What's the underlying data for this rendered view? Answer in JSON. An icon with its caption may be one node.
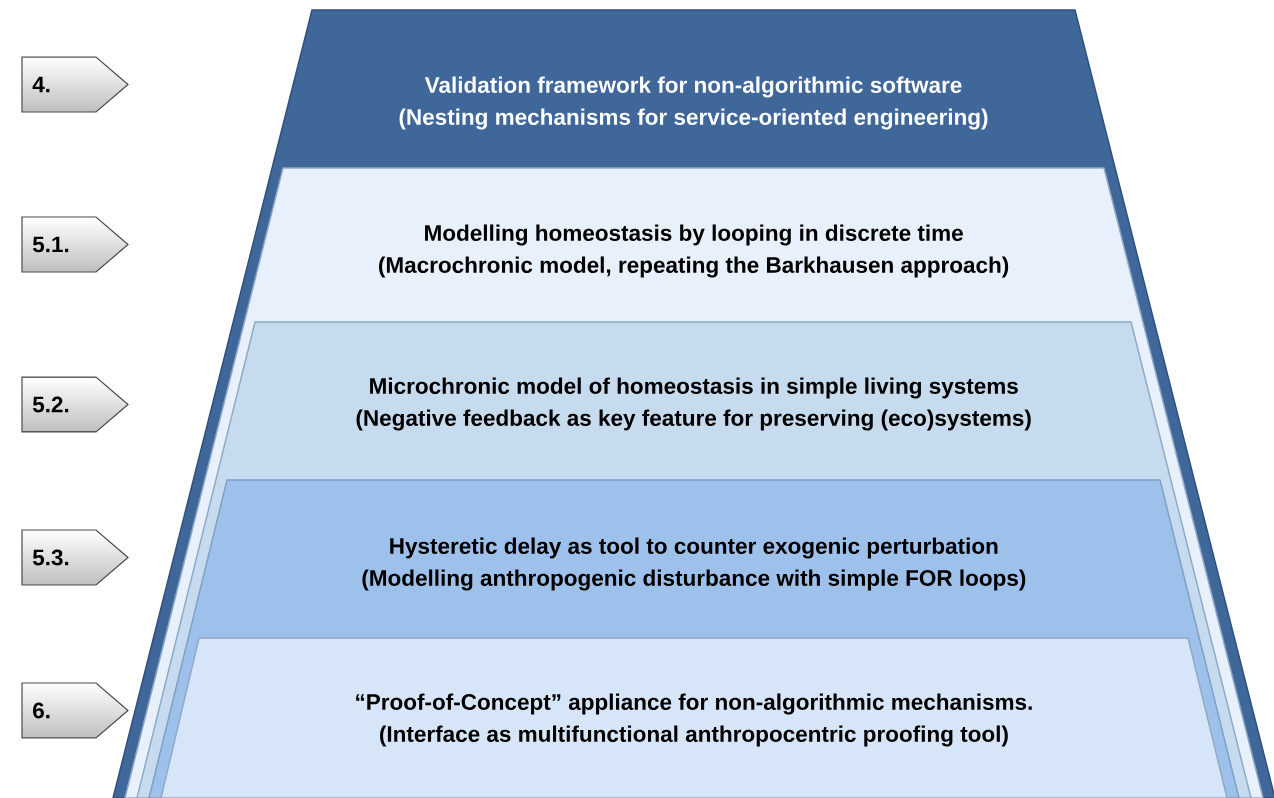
{
  "diagram": {
    "nodes": [
      {
        "text": [
          "4."
        ]
      },
      {
        "text": [
          "Validation framework for non-algorithmic software",
          "(Nesting mechanisms for service-oriented engineering)"
        ]
      },
      {
        "text": [
          "5.1."
        ]
      },
      {
        "text": [
          "Modelling homeostasis by looping in discrete time",
          "(Macrochronic model, repeating the Barkhausen approach)"
        ],
        "in": 1
      },
      {
        "text": [
          "5.2."
        ]
      },
      {
        "text": [
          "Microchronic model of homeostasis in simple living systems",
          "(Negative feedback as key feature for preserving (eco)systems)"
        ],
        "in": 3
      },
      {
        "text": [
          "5.3."
        ]
      },
      {
        "text": [
          "Hysteretic delay as tool to counter exogenic perturbation",
          "(Modelling anthropogenic disturbance with simple FOR loops)"
        ],
        "in": 5
      },
      {
        "text": [
          "6."
        ]
      },
      {
        "text": [
          "“Proof-of-Concept” appliance for non-algorithmic mechanisms.",
          "(Interface as multifunctional anthropocentric proofing tool)"
        ],
        "in": 7
      }
    ]
  }
}
